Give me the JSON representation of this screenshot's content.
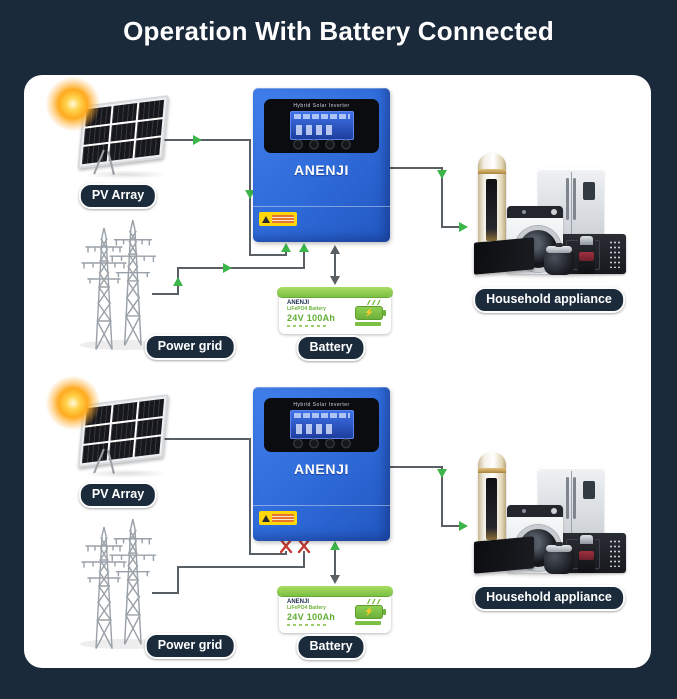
{
  "title": "Operation With Battery Connected",
  "theme": {
    "background": "#1a2a3b",
    "card": "#ffffff",
    "arrow_green": "#3cb54a",
    "line_gray": "#5a5f64",
    "cross_red": "#c23b32",
    "inverter_blue": "#2e6ad8",
    "battery_green": "#7cc043",
    "label_bg": "#1b2b3c"
  },
  "labels": {
    "pv_array": "PV Array",
    "power_grid": "Power grid",
    "battery": "Battery",
    "household_appliance": "Household appliance"
  },
  "inverter": {
    "brand": "ANENJI",
    "display_caption": "Hybrid Solar Inverter"
  },
  "battery_unit": {
    "brand": "ANENJI",
    "type": "LiFePO4 Battery",
    "spec": "24V 100Ah"
  },
  "icons": {
    "battery_bolt": "⚡"
  },
  "diagrams": [
    {
      "id": "top",
      "pv_to_inverter": "connected",
      "grid_to_inverter": "connected",
      "inverter_to_battery": "bidirectional",
      "inverter_to_load": "connected"
    },
    {
      "id": "bottom",
      "pv_to_inverter": "disconnected",
      "grid_to_inverter": "disconnected",
      "inverter_to_battery": "battery-discharge",
      "inverter_to_load": "connected"
    }
  ]
}
